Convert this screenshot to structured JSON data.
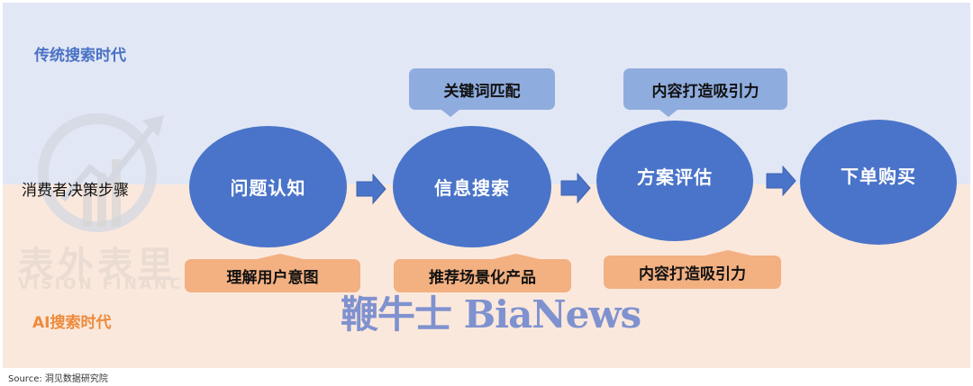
{
  "eras": {
    "traditional": "传统搜索时代",
    "ai": "AI搜索时代"
  },
  "row_label": "消费者决策步骤",
  "steps": [
    {
      "label": "问题认知"
    },
    {
      "label": "信息搜索"
    },
    {
      "label": "方案评估"
    },
    {
      "label": "下单购买"
    }
  ],
  "traditional_callouts": [
    {
      "label": "关键词匹配",
      "step": "信息搜索"
    },
    {
      "label": "内容打造吸引力",
      "step": "方案评估"
    }
  ],
  "ai_callouts": [
    {
      "label": "理解用户意图",
      "step": "问题认知"
    },
    {
      "label": "推荐场景化产品",
      "step": "信息搜索"
    },
    {
      "label": "内容打造吸引力",
      "step": "方案评估"
    }
  ],
  "watermarks": {
    "logo_cn": "表外表里",
    "logo_en": "VISION FINANCE",
    "bianews": "鞭牛士 BiaNews"
  },
  "source": "Source:  洞见数据研究院",
  "colors": {
    "top_band": "#e1e7f5",
    "bottom_band": "#fbe8dc",
    "step_fill": "#4a74c9",
    "top_callout": "#8facde",
    "bottom_callout": "#f3b081",
    "traditional_label": "#4a72c4",
    "ai_label": "#ed8a3c"
  }
}
